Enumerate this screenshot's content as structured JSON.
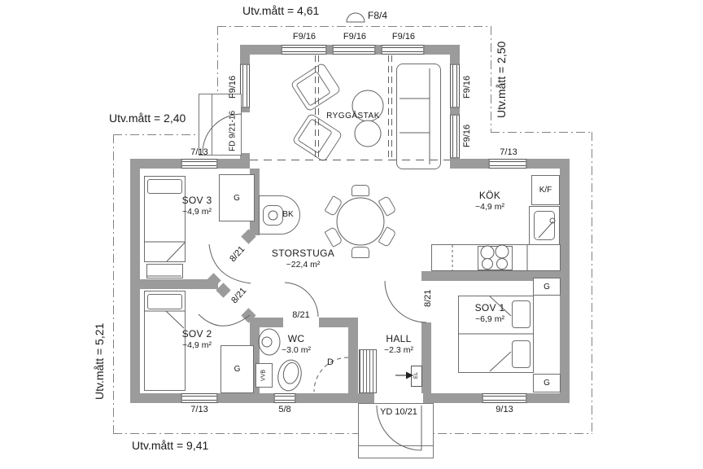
{
  "drawing": {
    "dimensions": {
      "top": "Utv.mått = 4,61",
      "right": "Utv.mått = 2,50",
      "left_upper": "Utv.mått = 2,40",
      "left": "Utv.mått = 5,21",
      "bottom": "Utv.mått = 9,41"
    },
    "openings": {
      "roof_window": "F8/4",
      "window_f916": "F9/16",
      "window_713": "7/13",
      "window_58": "5/8",
      "window_913": "9/13",
      "entry_door_front": "FD 9/21-16",
      "entry_door_yard": "YD 10/21",
      "interior_door": "8/21"
    },
    "rooms": {
      "storstuga": {
        "name": "STORSTUGA",
        "area": "~22,4 m²"
      },
      "kok": {
        "name": "KÖK",
        "area": "~4,9 m²"
      },
      "sov1": {
        "name": "SOV 1",
        "area": "~6,9 m²"
      },
      "sov2": {
        "name": "SOV 2",
        "area": "~4,9 m²"
      },
      "sov3": {
        "name": "SOV 3",
        "area": "~4,9 m²"
      },
      "wc": {
        "name": "WC",
        "area": "~3.0 m²"
      },
      "hall": {
        "name": "HALL",
        "area": "~2.3 m²"
      }
    },
    "fixtures": {
      "wardrobe": "G",
      "fireplace": "BK",
      "fridge_freezer": "K/F",
      "water_heater": "VVB",
      "shower": "D",
      "electric_panel": "EL",
      "ridge_ceiling": "RYGGÅSTAK"
    },
    "colors": {
      "wall": "#9b9b9b",
      "line": "#6e6e6e",
      "boundary": "#828282",
      "text": "#1a1a1a"
    }
  }
}
